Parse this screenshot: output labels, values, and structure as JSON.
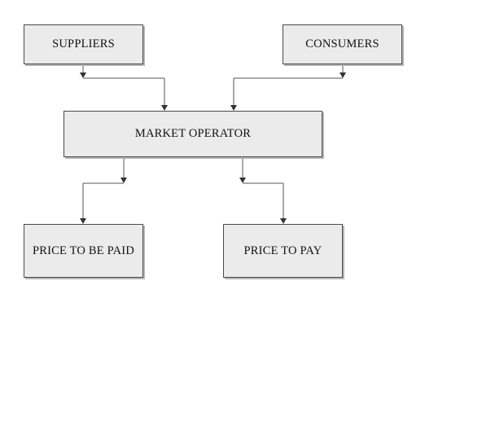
{
  "diagram": {
    "nodes": {
      "suppliers": "SUPPLIERS",
      "consumers": "CONSUMERS",
      "market_operator": "MARKET OPERATOR",
      "price_to_be_paid": "PRICE TO BE PAID",
      "price_to_pay": "PRICE TO PAY"
    },
    "edges": [
      {
        "from": "SUPPLIERS",
        "to": "MARKET OPERATOR"
      },
      {
        "from": "CONSUMERS",
        "to": "MARKET OPERATOR"
      },
      {
        "from": "MARKET OPERATOR",
        "to": "PRICE TO BE PAID"
      },
      {
        "from": "MARKET OPERATOR",
        "to": "PRICE TO PAY"
      }
    ],
    "colors": {
      "box_fill": "#ebebeb",
      "box_border": "#4a4a4a",
      "connector": "#555555"
    }
  }
}
